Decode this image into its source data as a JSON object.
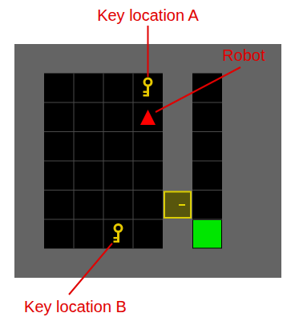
{
  "diagram": {
    "labels": [
      "Key location A",
      "Robot",
      "Key location B"
    ]
  }
}
